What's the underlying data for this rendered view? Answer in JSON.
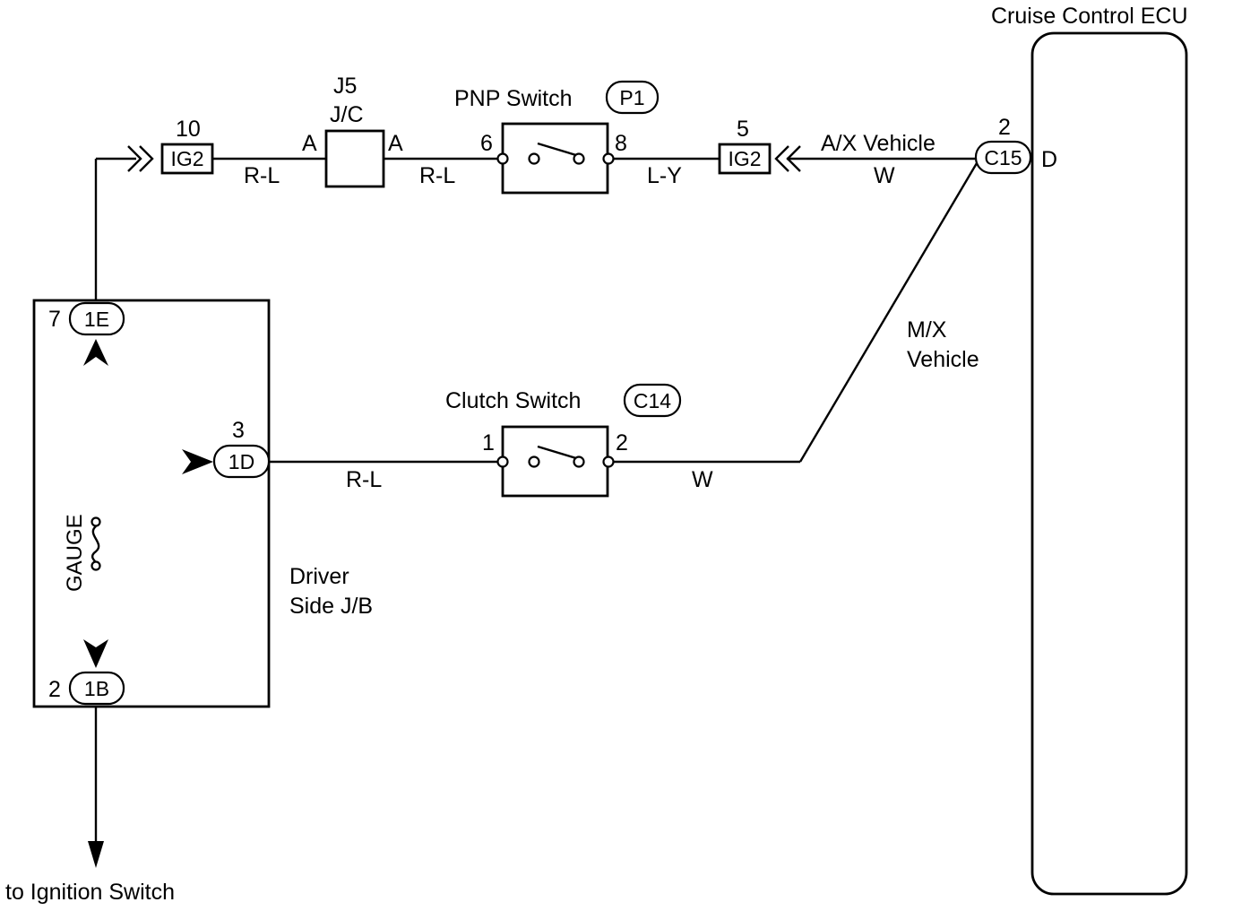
{
  "ecu": {
    "title": "Cruise Control ECU",
    "terminal_label": "D",
    "connector": "C15",
    "pin": "2"
  },
  "ig2_left": {
    "label": "IG2",
    "pin": "10"
  },
  "ig2_right": {
    "label": "IG2",
    "pin": "5"
  },
  "jc": {
    "label_top": "J5",
    "label_sub": "J/C",
    "pin_left": "A",
    "pin_right": "A"
  },
  "pnp_switch": {
    "title": "PNP Switch",
    "connector": "P1",
    "pin_left": "6",
    "pin_right": "8"
  },
  "clutch_switch": {
    "title": "Clutch Switch",
    "connector": "C14",
    "pin_left": "1",
    "pin_right": "2"
  },
  "wire_colors": {
    "ig2_to_jc": "R-L",
    "jc_to_pnp": "R-L",
    "pnp_to_ig2": "L-Y",
    "ax_to_ecu": "W",
    "jb_to_clutch": "R-L",
    "clutch_to_ecu": "W"
  },
  "vehicle_labels": {
    "ax": "A/X Vehicle",
    "mx_line1": "M/X",
    "mx_line2": "Vehicle"
  },
  "junction_block": {
    "name_line1": "Driver",
    "name_line2": "Side J/B",
    "fuse": "GAUGE",
    "top_connector": "1E",
    "top_pin": "7",
    "side_connector": "1D",
    "side_pin": "3",
    "bottom_connector": "1B",
    "bottom_pin": "2"
  },
  "ignition_label": "to Ignition Switch",
  "colors": {
    "ink": "#000000",
    "paper": "#ffffff"
  }
}
